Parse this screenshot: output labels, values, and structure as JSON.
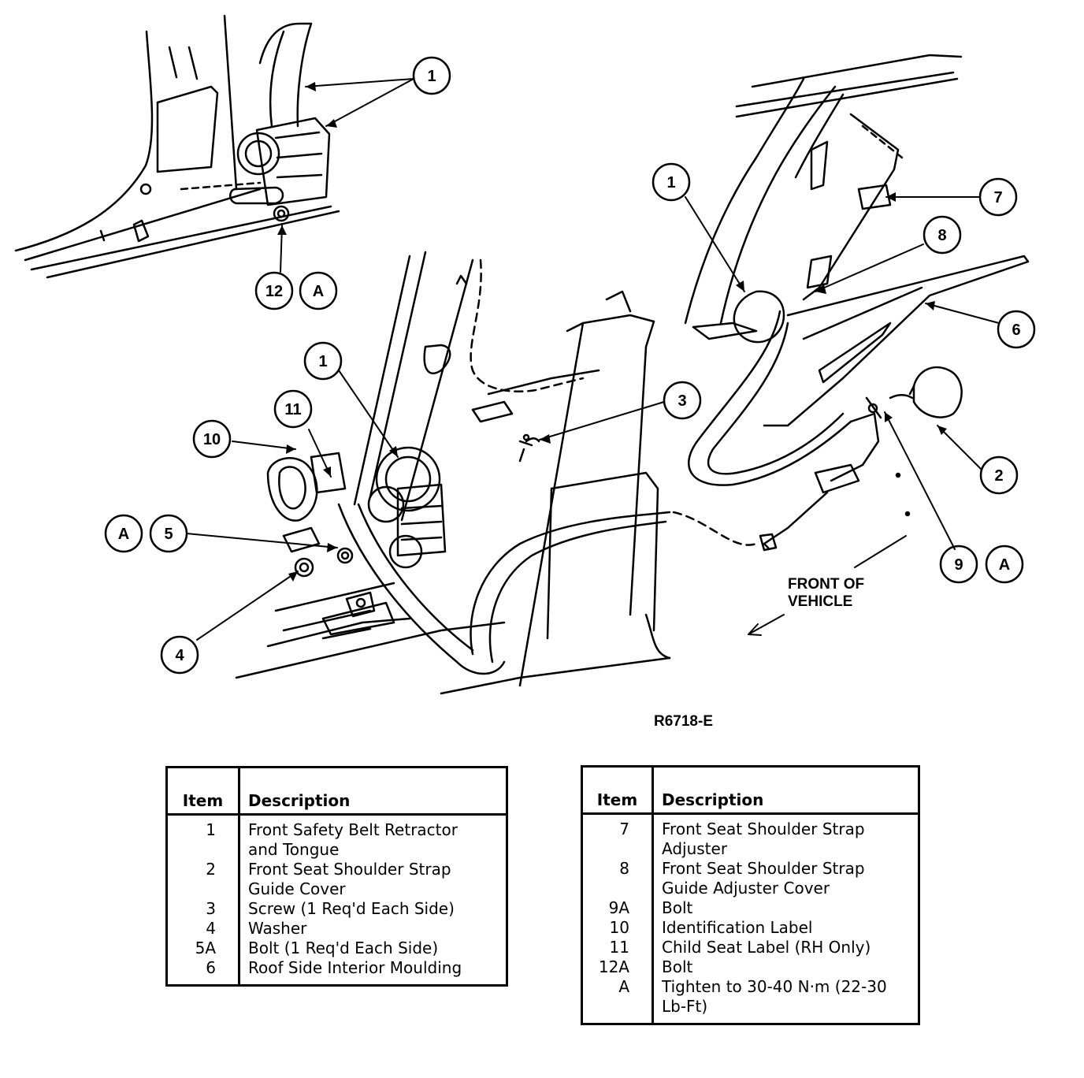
{
  "figure": {
    "ref_code": "R6718-E",
    "front_label_line1": "FRONT OF",
    "front_label_line2": "VEHICLE"
  },
  "callouts": {
    "c1_top": "1",
    "c12": "12",
    "cA_top": "A",
    "c1_right": "1",
    "c7": "7",
    "c8": "8",
    "c6": "6",
    "c1_mid": "1",
    "c3": "3",
    "c11": "11",
    "c10": "10",
    "cA_left": "A",
    "c5": "5",
    "c4": "4",
    "c2": "2",
    "c9": "9",
    "cA_right": "A"
  },
  "table_left": {
    "header_item": "Item",
    "header_desc": "Description",
    "rows": [
      {
        "item": "1",
        "desc1": "Front Safety Belt Retractor",
        "desc2": "and Tongue"
      },
      {
        "item": "2",
        "desc1": "Front Seat Shoulder Strap",
        "desc2": "Guide Cover"
      },
      {
        "item": "3",
        "desc1": "Screw (1 Req'd Each Side)"
      },
      {
        "item": "4",
        "desc1": "Washer"
      },
      {
        "item": "5A",
        "desc1": "Bolt (1 Req'd Each Side)"
      },
      {
        "item": "6",
        "desc1": "Roof Side Interior Moulding"
      }
    ]
  },
  "table_right": {
    "header_item": "Item",
    "header_desc": "Description",
    "rows": [
      {
        "item": "7",
        "desc1": "Front Seat Shoulder Strap",
        "desc2": "Adjuster"
      },
      {
        "item": "8",
        "desc1": "Front Seat Shoulder Strap",
        "desc2": "Guide Adjuster Cover"
      },
      {
        "item": "9A",
        "desc1": "Bolt"
      },
      {
        "item": "10",
        "desc1": "Identification Label"
      },
      {
        "item": "11",
        "desc1": "Child Seat Label (RH Only)"
      },
      {
        "item": "12A",
        "desc1": "Bolt"
      },
      {
        "item": "A",
        "desc1": "Tighten to 30-40 N·m (22-30",
        "desc2": "Lb-Ft)"
      }
    ]
  }
}
